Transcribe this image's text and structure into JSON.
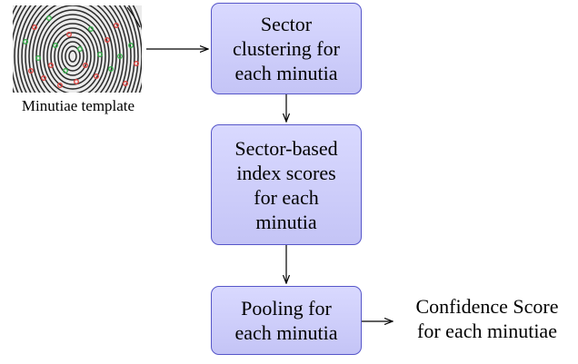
{
  "diagram": {
    "input": {
      "caption": "Minutiae template",
      "image": "fingerprint-minutiae-image"
    },
    "nodes": [
      {
        "id": "sector-clustering",
        "label": "Sector\nclustering for\neach minutia"
      },
      {
        "id": "index-scores",
        "label": "Sector-based\nindex scores\nfor each\nminutia"
      },
      {
        "id": "pooling",
        "label": "Pooling for\neach minutia"
      }
    ],
    "output": {
      "label": "Confidence Score\nfor each minutiae"
    },
    "edges": [
      {
        "from": "input",
        "to": "sector-clustering"
      },
      {
        "from": "sector-clustering",
        "to": "index-scores"
      },
      {
        "from": "index-scores",
        "to": "pooling"
      },
      {
        "from": "pooling",
        "to": "output"
      }
    ],
    "colors": {
      "node_fill_top": "#d9d9ff",
      "node_fill_bottom": "#c4c4f6",
      "node_border": "#5757c9",
      "edge": "#000000",
      "minutia_red": "#e0433f",
      "minutia_green": "#35b04a"
    }
  }
}
